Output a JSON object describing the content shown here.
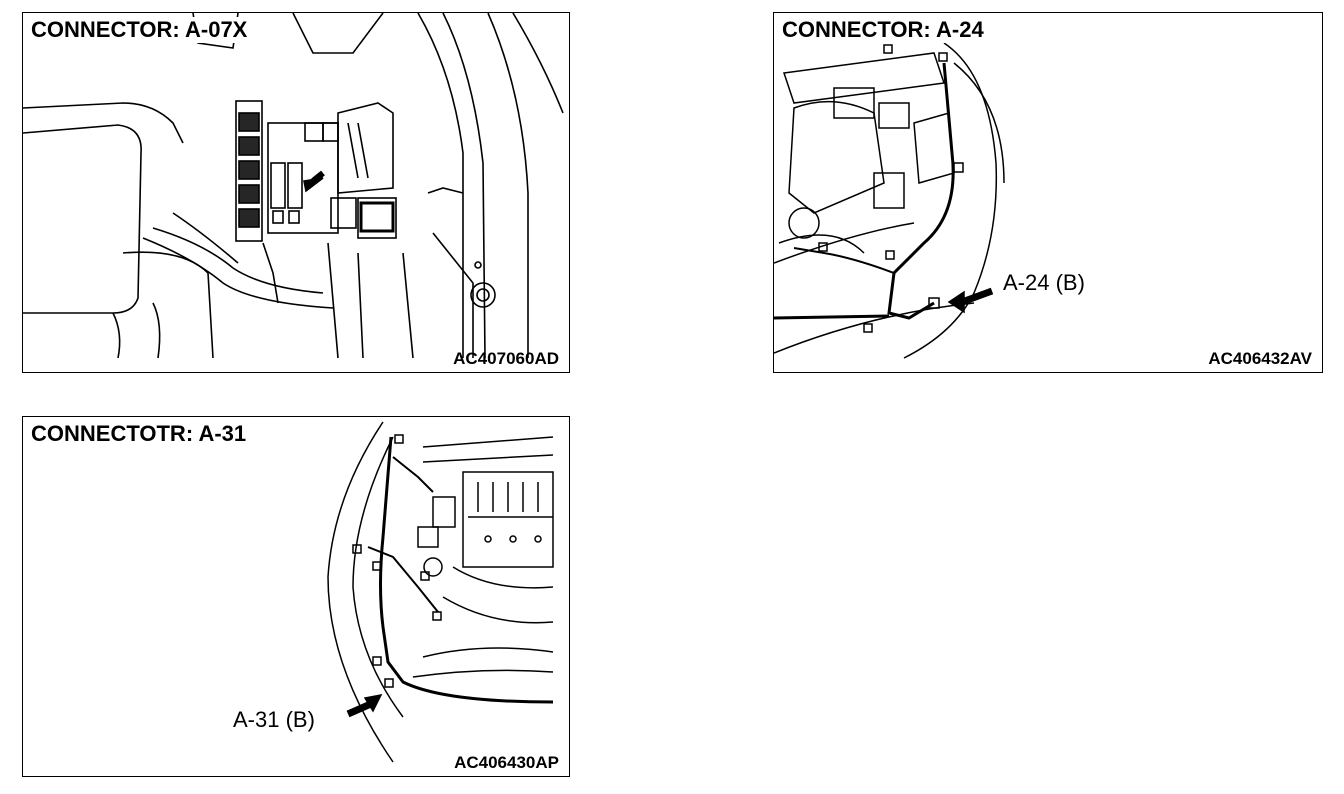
{
  "panels": [
    {
      "title": "CONNECTOR: A-07X",
      "code": "AC407060AD",
      "callout": ""
    },
    {
      "title": "CONNECTOR: A-24",
      "code": "AC406432AV",
      "callout": "A-24 (B)"
    },
    {
      "title": "CONNECTOTR: A-31",
      "code": "AC406430AP",
      "callout": "A-31 (B)"
    }
  ],
  "colors": {
    "line": "#000000",
    "background": "#ffffff"
  }
}
